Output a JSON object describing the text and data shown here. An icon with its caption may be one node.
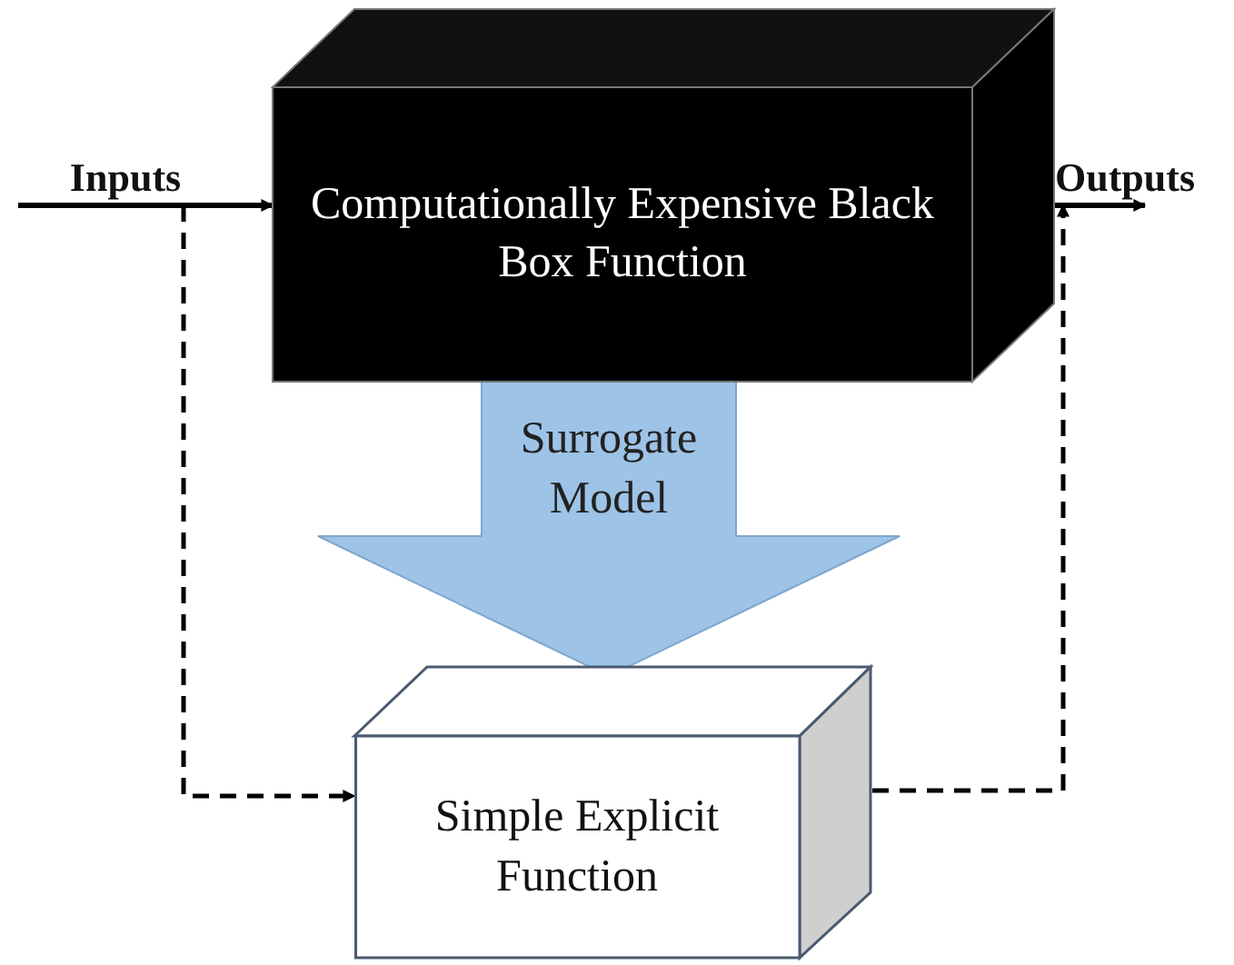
{
  "diagram": {
    "nodes": [
      {
        "text": [
          "Inputs"
        ]
      },
      {
        "text": [
          "Computationally Expensive Black Box Function"
        ]
      },
      {
        "text": [
          "Outputs"
        ]
      },
      {
        "text": [
          "Simple Explicit Function"
        ]
      }
    ],
    "edges": [
      {
        "from": 0,
        "to": 1,
        "arrow": "to"
      },
      {
        "from": 1,
        "to": 2,
        "arrow": "to"
      },
      {
        "from": 0,
        "to": 3,
        "arrow": "to",
        "style": "dashed"
      },
      {
        "from": 3,
        "to": 2,
        "arrow": "to",
        "style": "dashed"
      },
      {
        "from": 1,
        "to": 3,
        "arrow": "to",
        "label": "Surrogate Model",
        "style": "thick",
        "color": "#9dc3e6"
      }
    ]
  }
}
